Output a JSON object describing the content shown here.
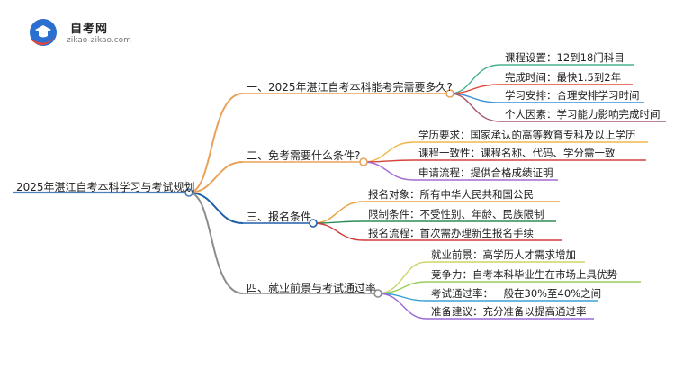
{
  "brand": {
    "name": "自考网",
    "url": "zikao-zikao.com",
    "colors": {
      "primary": "#2b6fd0",
      "accent": "#e0463a"
    }
  },
  "mindmap": {
    "root": "2025年湛江自考本科学习与考试规划",
    "branches": [
      {
        "label": "一、2025年湛江自考本科能考完需要多久?",
        "color": "#e8a25a",
        "children": [
          {
            "label": "课程设置：12到18门科目",
            "color": "#48b28d"
          },
          {
            "label": "完成时间：最快1.5到2年",
            "color": "#e0463a"
          },
          {
            "label": "学习安排：合理安排学习时间",
            "color": "#3a8fd6"
          },
          {
            "label": "个人因素：学习能力影响完成时间",
            "color": "#a45a6a"
          }
        ]
      },
      {
        "label": "二、免考需要什么条件?",
        "color": "#e8a25a",
        "children": [
          {
            "label": "学历要求：国家承认的高等教育专科及以上学历",
            "color": "#f0b74b"
          },
          {
            "label": "课程一致性：课程名称、代码、学分需一致",
            "color": "#d6433c"
          },
          {
            "label": "申请流程：提供合格成绩证明",
            "color": "#a46ad6"
          }
        ]
      },
      {
        "label": "三、报名条件",
        "color": "#1f5fa8",
        "children": [
          {
            "label": "报名对象：所有中华人民共和国公民",
            "color": "#e9a13b"
          },
          {
            "label": "限制条件：不受性别、年龄、民族限制",
            "color": "#2e8b57"
          },
          {
            "label": "报名流程：首次需办理新生报名手续",
            "color": "#d23c3c"
          }
        ]
      },
      {
        "label": "四、就业前景与考试通过率",
        "color": "#8c8c8c",
        "children": [
          {
            "label": "就业前景：高学历人才需求增加",
            "color": "#cfd46a"
          },
          {
            "label": "竞争力：自考本科毕业生在市场上具优势",
            "color": "#9acd5a"
          },
          {
            "label": "考试通过率：一般在30%至40%之间",
            "color": "#3aa0d6"
          },
          {
            "label": "准备建议：充分准备以提高通过率",
            "color": "#9b6ad6"
          }
        ]
      }
    ]
  }
}
